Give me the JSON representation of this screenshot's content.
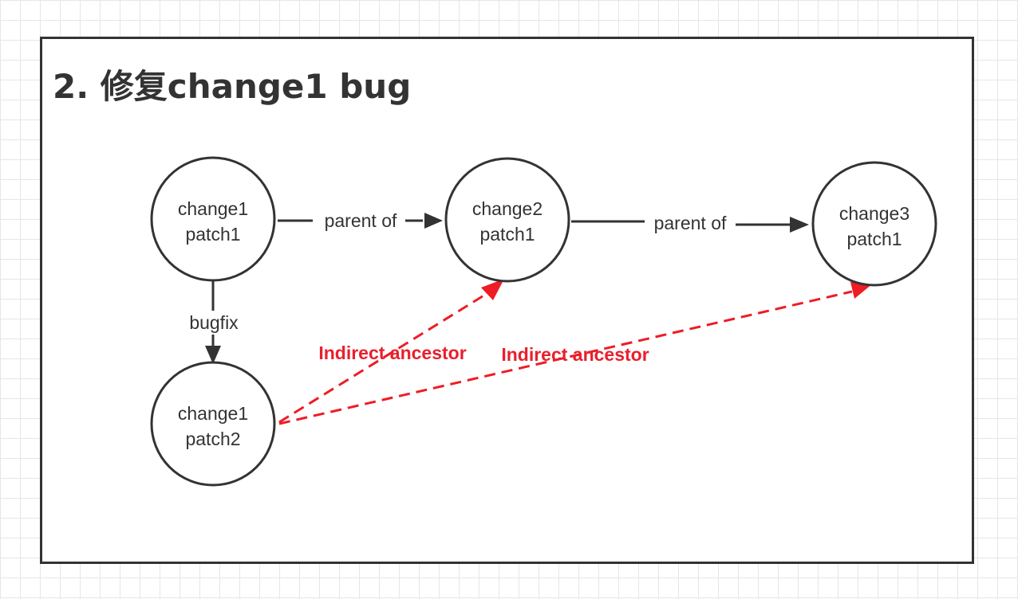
{
  "title": "2. 修复change1 bug",
  "colors": {
    "node_stroke": "#333333",
    "edge": "#333333",
    "indirect": "#ee1c25",
    "grid": "#e6e6e6"
  },
  "nodes": {
    "c1p1": {
      "line1": "change1",
      "line2": "patch1"
    },
    "c2p1": {
      "line1": "change2",
      "line2": "patch1"
    },
    "c3p1": {
      "line1": "change3",
      "line2": "patch1"
    },
    "c1p2": {
      "line1": "change1",
      "line2": "patch2"
    }
  },
  "edges": {
    "c1p1_to_c2p1": "parent of",
    "c2p1_to_c3p1": "parent of",
    "c1p1_to_c1p2": "bugfix",
    "c1p2_to_c2p1": "Indirect ancestor",
    "c1p2_to_c3p1": "Indirect ancestor"
  }
}
